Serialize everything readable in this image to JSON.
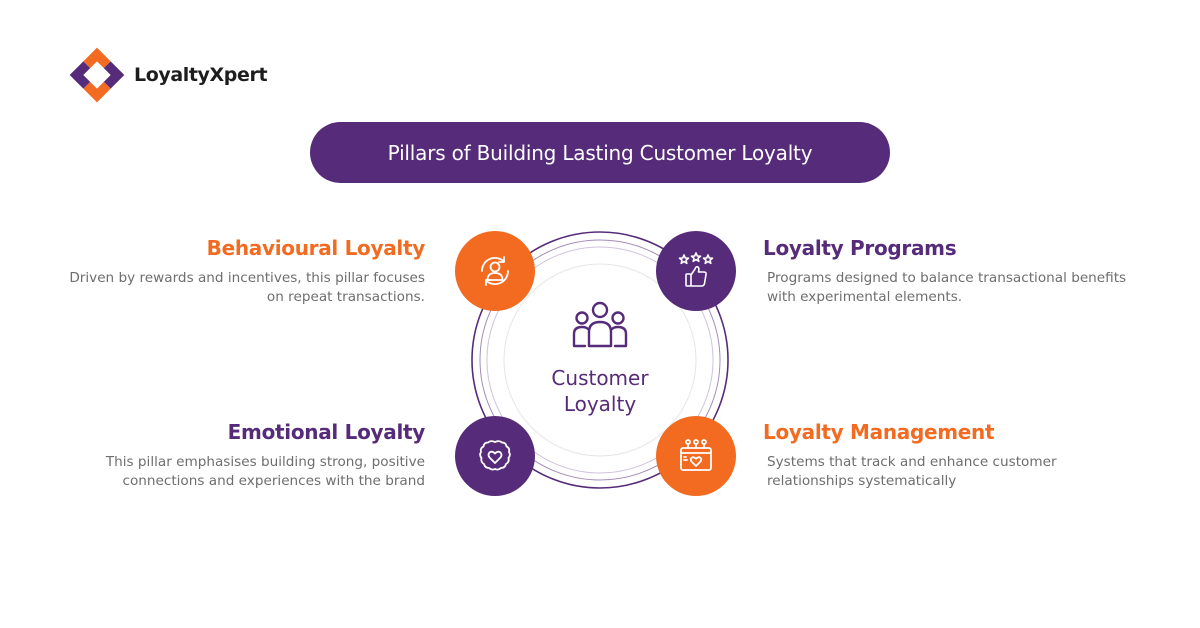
{
  "brand": {
    "name": "LoyaltyXpert",
    "colors": {
      "purple": "#562b79",
      "orange": "#f26b21",
      "text_gray": "#6e6e6e"
    }
  },
  "title": "Pillars of Building Lasting Customer Loyalty",
  "center": {
    "label": "Customer Loyalty",
    "icon": "people-group-icon"
  },
  "pillars": {
    "behavioural": {
      "heading": "Behavioural Loyalty",
      "description": "Driven by rewards and incentives, this pillar focuses on repeat transactions.",
      "icon": "user-refresh-icon",
      "color": "#f26b21"
    },
    "programs": {
      "heading": "Loyalty Programs",
      "description": "Programs designed to balance transactional benefits with experimental elements.",
      "icon": "thumbs-up-stars-icon",
      "color": "#562b79"
    },
    "emotional": {
      "heading": "Emotional Loyalty",
      "description": "This pillar emphasises building strong, positive connections and experiences with the brand",
      "icon": "brain-heart-icon",
      "color": "#562b79"
    },
    "management": {
      "heading": "Loyalty Management",
      "description": "Systems that track and enhance customer relationships systematically",
      "icon": "calendar-heart-icon",
      "color": "#f26b21"
    }
  }
}
